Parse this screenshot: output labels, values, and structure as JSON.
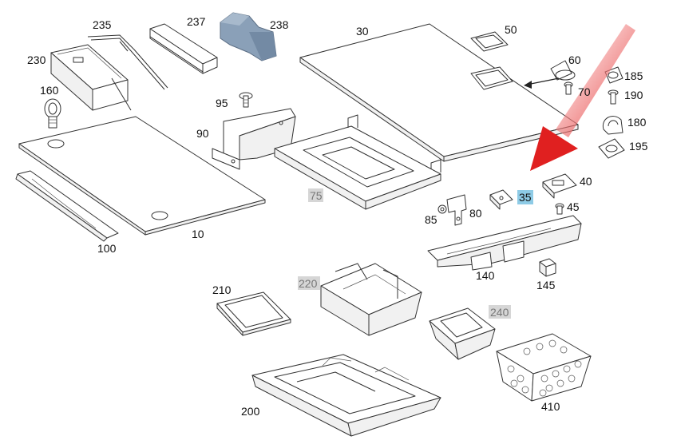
{
  "parts": {
    "p230": "230",
    "p235": "235",
    "p237": "237",
    "p238": "238",
    "p30": "30",
    "p50": "50",
    "p60": "60",
    "p70": "70",
    "p185": "185",
    "p190": "190",
    "p180": "180",
    "p195": "195",
    "p160": "160",
    "p95": "95",
    "p90": "90",
    "p10": "10",
    "p100": "100",
    "p75": "75",
    "p35": "35",
    "p40": "40",
    "p45": "45",
    "p85": "85",
    "p80": "80",
    "p140": "140",
    "p145": "145",
    "p210": "210",
    "p220": "220",
    "p240": "240",
    "p410": "410",
    "p200": "200"
  },
  "colors": {
    "highlight_arrow": "#e02020",
    "callout_grey": "#d6d6d6",
    "callout_blue": "#8ecbe6",
    "part_238_fill": "#8aa0b8"
  },
  "highlighted_part": "35"
}
